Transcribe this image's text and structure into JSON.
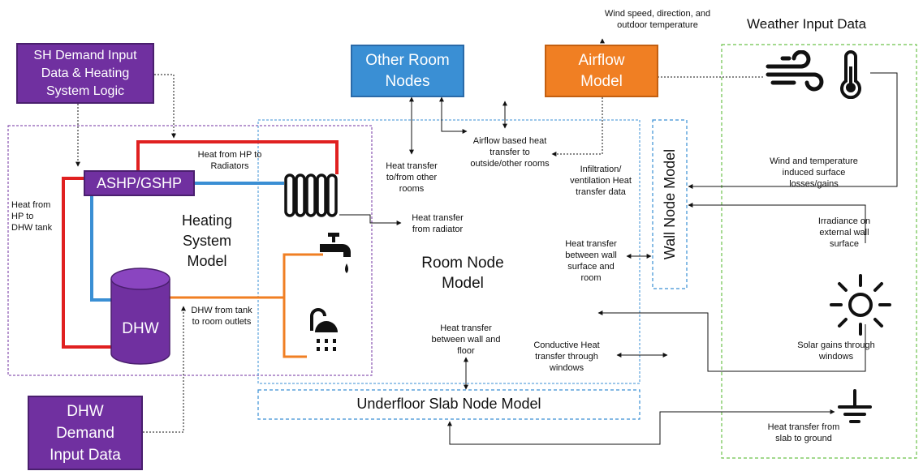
{
  "boxes": {
    "sh_demand": "SH Demand Input Data & Heating System Logic",
    "other_rooms": "Other Room Nodes",
    "airflow": "Airflow Model",
    "ashp": "ASHP/GSHP",
    "dhw_tank": "DHW",
    "dhw_demand": "DHW Demand Input Data",
    "weather_title": "Weather Input Data",
    "wall_node": "Wall Node Model",
    "underfloor": "Underfloor Slab Node Model",
    "heating_system": "Heating System Model",
    "room_node": "Room Node Model"
  },
  "labels": {
    "wind_speed": "Wind speed, direction, and outdoor temperature",
    "heat_hp_radiators": "Heat from HP to Radiators",
    "heat_hp_dhw": "Heat from HP to DHW tank",
    "heat_transfer_rooms": "Heat transfer to/from other rooms",
    "airflow_heat": "Airflow based heat transfer to outside/other rooms",
    "infiltration": "Infiltration/ ventilation Heat transfer data",
    "heat_from_radiator": "Heat transfer from radiator",
    "heat_wall_room": "Heat transfer between wall surface and room",
    "dhw_outlets": "DHW from tank to room outlets",
    "heat_wall_floor": "Heat transfer between wall and floor",
    "conductive_windows": "Conductive Heat transfer through windows",
    "wind_temp_losses": "Wind and temperature induced surface losses/gains",
    "irradiance": "Irradiance on external wall surface",
    "solar_gains": "Solar gains through windows",
    "slab_ground": "Heat transfer from slab to ground"
  },
  "icons": [
    "wind-icon",
    "thermometer-icon",
    "radiator-icon",
    "tap-icon",
    "shower-icon",
    "sun-icon",
    "ground-icon",
    "tank-icon"
  ],
  "colors": {
    "purple": "#7030a0",
    "blue": "#3a8fd4",
    "orange": "#f07f23",
    "hot_pipe": "#e02020",
    "cold_pipe": "#3a8fd4",
    "dhw_pipe": "#f07f23",
    "green_dash": "#6cc24a"
  }
}
